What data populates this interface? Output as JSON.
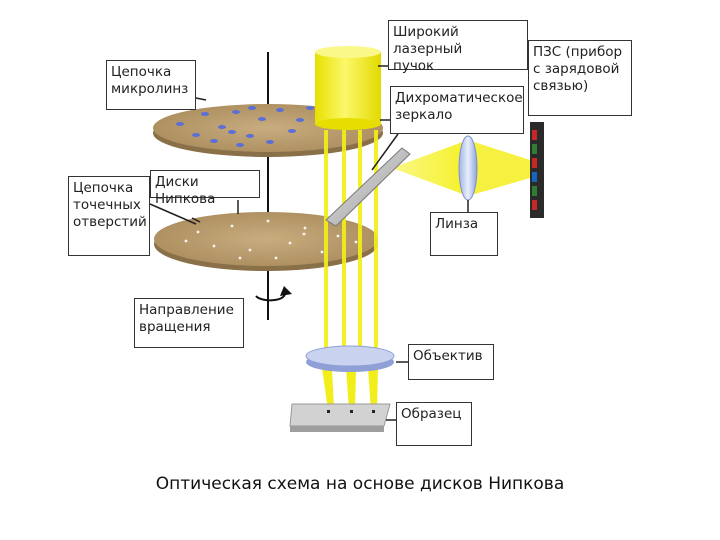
{
  "labels": {
    "microlens_chain": "Цепочка\nмикролинз",
    "broad_laser_beam": "Широкий лазерный\nпучок",
    "ccd": "ПЗС (прибор\nс зарядовой\nсвязью)",
    "dichroic_mirror": "Дихроматическое\nзеркало",
    "nipkow_disks": "Диски Нипкова",
    "pinhole_chain": "Цепочка\nточечных\nотверстий",
    "lens": "Линза",
    "rotation_direction": "Направление\nвращения",
    "objective": "Объектив",
    "sample": "Образец"
  },
  "caption": "Оптическая схема на основе дисков Нипкова",
  "colors": {
    "disk": "#b59868",
    "disk_edge": "#8a7048",
    "beam": "#f2ee1a",
    "beam_dark": "#e0d800",
    "microlens": "#5b6fd6",
    "objective": "#b8c4e8",
    "label_border": "#333333"
  }
}
